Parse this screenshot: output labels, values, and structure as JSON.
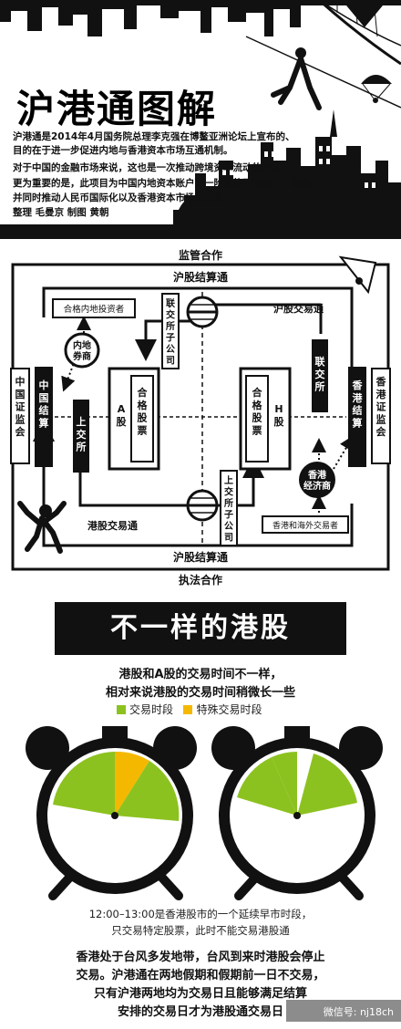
{
  "header": {
    "title": "沪港通图解",
    "intro_lines": [
      "沪港通是2014年4月国务院总理李克强在博鳌亚洲论坛上宣布的、",
      "目的在于进一步促进内地与香港资本市场互通机制。",
      "对于中国的金融市场来说，这也是一次推动跨境资本流动的尝试。",
      "更为重要的是，此项目为中国内地资本账户下一阶段的开放铺平了道路，",
      "并同时推动人民币国际化以及香港资本市场的发展"
    ],
    "credit": "整理 毛曼京 制图 黄朝"
  },
  "diagram": {
    "top_label": "监管合作",
    "bottom_label": "执法合作",
    "top_clearing": "沪股结算通",
    "bottom_clearing": "沪股结算通",
    "shanghai_connect": "沪股交易通",
    "hk_connect": "港股交易通",
    "csrc": "中国证监会",
    "sfc": "香港证监会",
    "china_clear": "中国结算",
    "hk_clear": "香港结算",
    "sse": "上交所",
    "hkex": "联交所",
    "qualified_investor": "合格内地投资者",
    "mainland_broker": "内地券商",
    "a_share": "A股",
    "a_qualified": "合格股票",
    "h_share": "H股",
    "h_qualified": "合格股票",
    "hkex_sub": "联交所子公司",
    "sse_sub": "上交所子公司",
    "hk_broker": "香港经济商",
    "hk_investors": "香港和海外交易者"
  },
  "section": {
    "banner": "不一样的港股",
    "sub_lines": [
      "港股和A股的交易时间不一样，",
      "相对来说港股的交易时间稍微长一些"
    ],
    "legend": [
      {
        "label": "交易时段",
        "color": "#8cc21f"
      },
      {
        "label": "特殊交易时段",
        "color": "#f5b800"
      }
    ],
    "note_lines": [
      "12:00–13:00是香港股市的一个延续早市时段，",
      "只交易特定股票，此时不能交易港股通"
    ],
    "closing_lines": [
      "香港处于台风多发地带，台风到来时港股会停止",
      "交易。沪港通在两地假期和假期前一日不交易，",
      "只有沪港两地均为交易日且能够满足结算",
      "安排的交易日才为港股通交易日"
    ],
    "watermark": "微信号: nj18ch"
  },
  "colors": {
    "green": "#8cc21f",
    "yellow": "#f5b800",
    "ink": "#111111"
  }
}
